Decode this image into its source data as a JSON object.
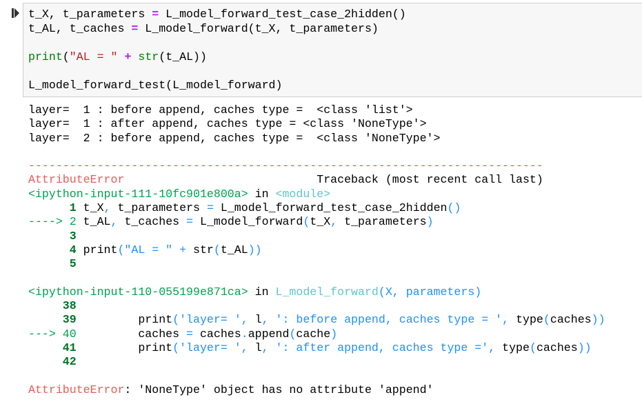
{
  "cell": {
    "run_icon": "run-cell-icon",
    "lines": [
      [
        {
          "t": "t_X, t_parameters "
        },
        {
          "t": "=",
          "c": "op"
        },
        {
          "t": " L_model_forward_test_case_2hidden()"
        }
      ],
      [
        {
          "t": "t_AL, t_caches "
        },
        {
          "t": "=",
          "c": "op"
        },
        {
          "t": " L_model_forward(t_X, t_parameters)"
        }
      ],
      [
        {
          "t": ""
        }
      ],
      [
        {
          "t": "print",
          "c": "kw"
        },
        {
          "t": "("
        },
        {
          "t": "\"AL = \"",
          "c": "str"
        },
        {
          "t": " "
        },
        {
          "t": "+",
          "c": "op"
        },
        {
          "t": " "
        },
        {
          "t": "str",
          "c": "kw"
        },
        {
          "t": "(t_AL))"
        }
      ],
      [
        {
          "t": ""
        }
      ],
      [
        {
          "t": "L_model_forward_test(L_model_forward)"
        }
      ]
    ]
  },
  "output": {
    "lines": [
      [
        {
          "t": "layer=  1 : before append, caches type =  <class 'list'>"
        }
      ],
      [
        {
          "t": "layer=  1 : after append, caches type = <class 'NoneType'>"
        }
      ],
      [
        {
          "t": "layer=  2 : before append, caches type =  <class 'NoneType'>"
        }
      ],
      [
        {
          "t": ""
        }
      ],
      [
        {
          "t": "---------------------------------------------------------------------------",
          "c": "dash"
        }
      ],
      [
        {
          "t": "AttributeError",
          "c": "red"
        },
        {
          "t": "                            Traceback (most recent call last)"
        }
      ],
      [
        {
          "t": "<ipython-input-111-10fc901e800a>",
          "c": "grn"
        },
        {
          "t": " in "
        },
        {
          "t": "<module>",
          "c": "cyan"
        }
      ],
      [
        {
          "t": "      "
        },
        {
          "t": "1",
          "c": "ln"
        },
        {
          "t": " t_X"
        },
        {
          "t": ",",
          "c": "blue"
        },
        {
          "t": " t_parameters "
        },
        {
          "t": "=",
          "c": "blue"
        },
        {
          "t": " L_model_forward_test_case_2hidden"
        },
        {
          "t": "()",
          "c": "blue"
        }
      ],
      [
        {
          "t": "----> 2",
          "c": "grn"
        },
        {
          "t": " t_AL"
        },
        {
          "t": ",",
          "c": "blue"
        },
        {
          "t": " t_caches "
        },
        {
          "t": "=",
          "c": "blue"
        },
        {
          "t": " L_model_forward"
        },
        {
          "t": "(",
          "c": "blue"
        },
        {
          "t": "t_X"
        },
        {
          "t": ",",
          "c": "blue"
        },
        {
          "t": " t_parameters"
        },
        {
          "t": ")",
          "c": "blue"
        }
      ],
      [
        {
          "t": "      "
        },
        {
          "t": "3",
          "c": "ln"
        }
      ],
      [
        {
          "t": "      "
        },
        {
          "t": "4",
          "c": "ln"
        },
        {
          "t": " print"
        },
        {
          "t": "(\"AL = \" + ",
          "c": "blue"
        },
        {
          "t": "str"
        },
        {
          "t": "(",
          "c": "blue"
        },
        {
          "t": "t_AL"
        },
        {
          "t": "))",
          "c": "blue"
        }
      ],
      [
        {
          "t": "      "
        },
        {
          "t": "5",
          "c": "ln"
        }
      ],
      [
        {
          "t": ""
        }
      ],
      [
        {
          "t": "<ipython-input-110-055199e871ca>",
          "c": "grn"
        },
        {
          "t": " in "
        },
        {
          "t": "L_model_forward",
          "c": "cyan"
        },
        {
          "t": "(X, parameters)",
          "c": "blue"
        }
      ],
      [
        {
          "t": "     "
        },
        {
          "t": "38",
          "c": "ln"
        }
      ],
      [
        {
          "t": "     "
        },
        {
          "t": "39",
          "c": "ln"
        },
        {
          "t": "         print"
        },
        {
          "t": "('layer= ', ",
          "c": "blue"
        },
        {
          "t": "l"
        },
        {
          "t": ", ': before append, caches type = ', ",
          "c": "blue"
        },
        {
          "t": "type"
        },
        {
          "t": "(",
          "c": "blue"
        },
        {
          "t": "caches"
        },
        {
          "t": "))",
          "c": "blue"
        }
      ],
      [
        {
          "t": "---> 40",
          "c": "grn"
        },
        {
          "t": "         caches "
        },
        {
          "t": "=",
          "c": "blue"
        },
        {
          "t": " caches"
        },
        {
          "t": ".",
          "c": "blue"
        },
        {
          "t": "append"
        },
        {
          "t": "(",
          "c": "blue"
        },
        {
          "t": "cache"
        },
        {
          "t": ")",
          "c": "blue"
        }
      ],
      [
        {
          "t": "     "
        },
        {
          "t": "41",
          "c": "ln"
        },
        {
          "t": "         print"
        },
        {
          "t": "('layer= ', ",
          "c": "blue"
        },
        {
          "t": "l"
        },
        {
          "t": ", ': after append, caches type =', ",
          "c": "blue"
        },
        {
          "t": "type"
        },
        {
          "t": "(",
          "c": "blue"
        },
        {
          "t": "caches"
        },
        {
          "t": "))",
          "c": "blue"
        }
      ],
      [
        {
          "t": "     "
        },
        {
          "t": "42",
          "c": "ln"
        }
      ],
      [
        {
          "t": ""
        }
      ],
      [
        {
          "t": "AttributeError",
          "c": "red"
        },
        {
          "t": ": 'NoneType' object has no attribute 'append'"
        }
      ]
    ]
  }
}
